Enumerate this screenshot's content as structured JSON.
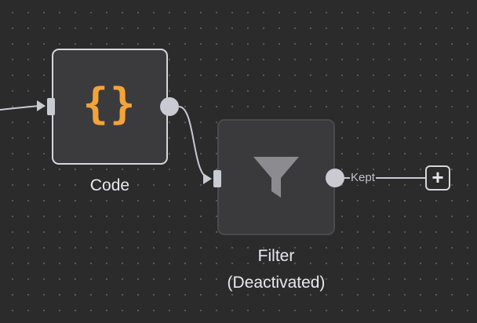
{
  "nodes": {
    "code": {
      "label": "Code",
      "icon": "code-braces-icon",
      "icon_glyph": "{}",
      "icon_color": "#f2a33a"
    },
    "filter": {
      "label_line1": "Filter",
      "label_line2": "(Deactivated)",
      "icon": "funnel-icon",
      "icon_color": "#8c8c90"
    }
  },
  "edges": {
    "filter_output_label": "Kept"
  },
  "add_button": {
    "icon": "plus-icon",
    "glyph": "+"
  },
  "colors": {
    "canvas_bg": "#2b2b2c",
    "grid_dot": "#5a5a5c",
    "connector": "#c9cad2",
    "node_border_active": "#d6d6db"
  }
}
